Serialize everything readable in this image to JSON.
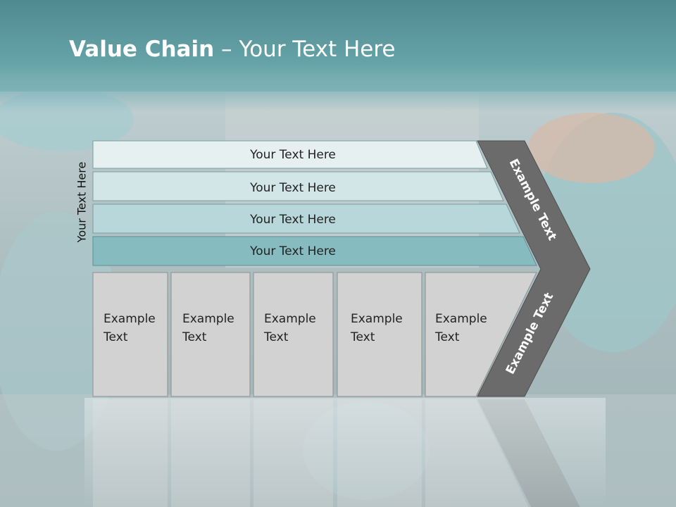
{
  "slide": {
    "title_bold": "Value Chain",
    "title_rest": "– Your Text Here",
    "side_label": "Your Text Here"
  },
  "bars": [
    {
      "label": "Your Text Here",
      "color": "#e6f0f1"
    },
    {
      "label": "Your Text Here",
      "color": "#d2e6e8"
    },
    {
      "label": "Your Text Here",
      "color": "#b7d7da"
    },
    {
      "label": "Your Text Here",
      "color": "#86bcc0"
    }
  ],
  "boxes": [
    {
      "line1": "Example",
      "line2": "Text"
    },
    {
      "line1": "Example",
      "line2": "Text"
    },
    {
      "line1": "Example",
      "line2": "Text"
    },
    {
      "line1": "Example",
      "line2": "Text"
    },
    {
      "line1": "Example",
      "line2": "Text"
    }
  ],
  "chevron": {
    "upper_label": "Example Text",
    "lower_label": "Example Text",
    "color": "#6b6b6b"
  }
}
